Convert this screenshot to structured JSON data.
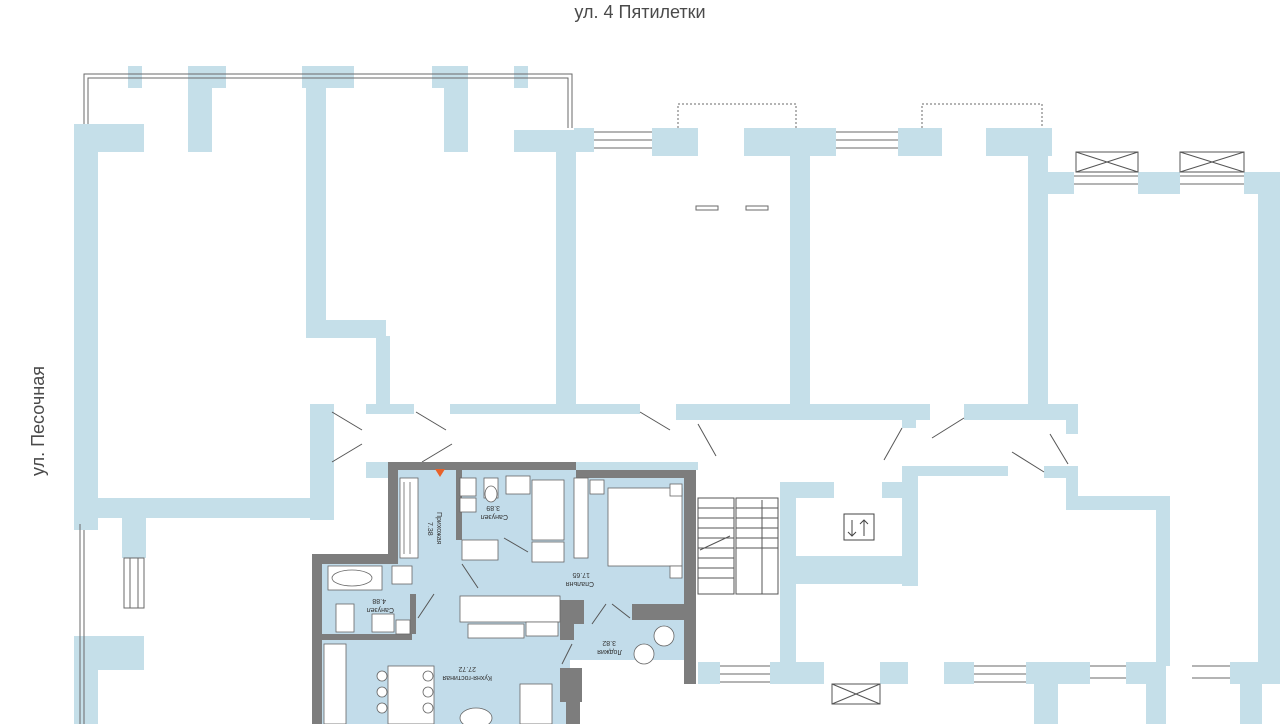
{
  "streets": {
    "top": "ул. 4 Пятилетки",
    "left": "ул. Песочная"
  },
  "apartment": {
    "entrance_marker": "entrance-marker",
    "rooms": [
      {
        "id": "hallway",
        "name": "Прихожая",
        "area": "7.38"
      },
      {
        "id": "bath-small",
        "name": "Санузел",
        "area": "3.89"
      },
      {
        "id": "bedroom",
        "name": "Спальня",
        "area": "17.65"
      },
      {
        "id": "bath-large",
        "name": "Санузел",
        "area": "4.88"
      },
      {
        "id": "loggia",
        "name": "Лоджия",
        "area": "3.82"
      },
      {
        "id": "kitchen-living",
        "name": "Кухня-гостиная",
        "area": "27.72"
      }
    ]
  },
  "icons": {
    "elevator": "elevator-up-down-icon",
    "ventilation": "ventilation-cross-icon"
  },
  "colors": {
    "wall": "#c5dfe9",
    "apartment_floor": "#c2dcea",
    "apartment_wall": "#7d7d7d",
    "marker": "#e8622a",
    "line": "#7a7a7a"
  }
}
